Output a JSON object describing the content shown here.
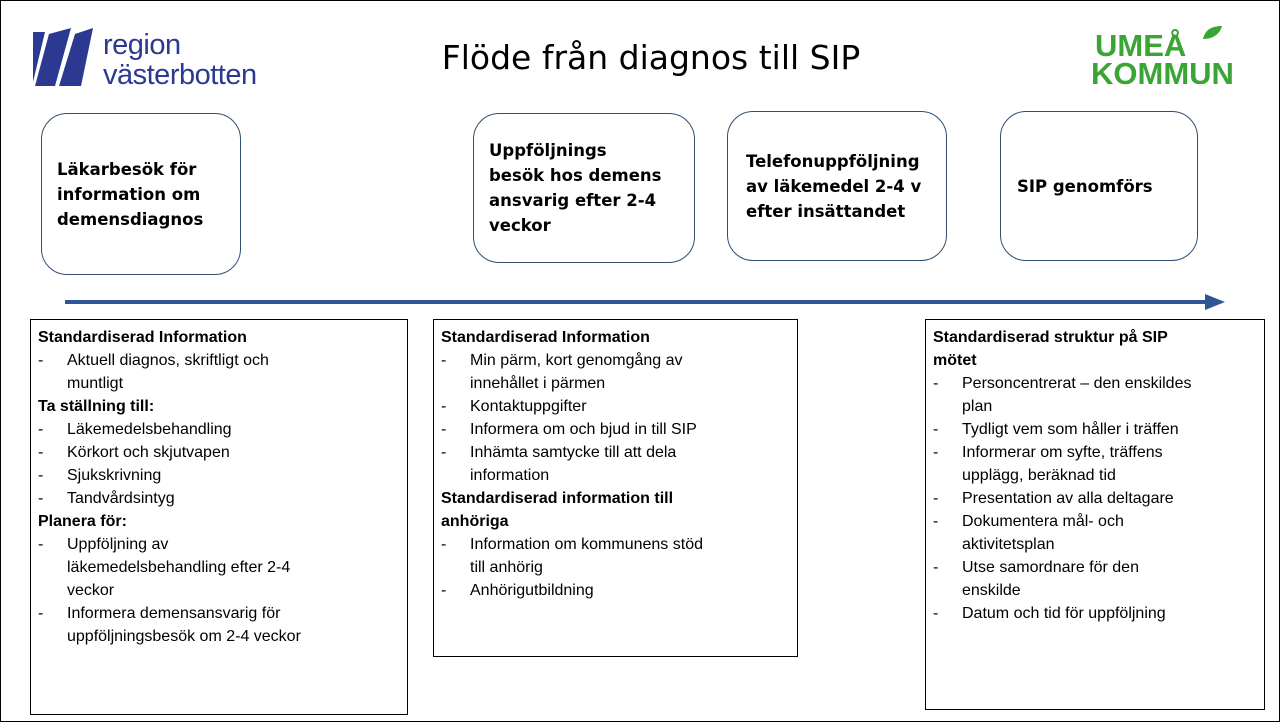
{
  "header": {
    "title": "Flöde från diagnos till SIP",
    "logo_left": {
      "line1": "region",
      "line2": "västerbotten",
      "color": "#2b3990"
    },
    "logo_right": {
      "line1": "UMEÅ",
      "line2": "KOMMUN",
      "color": "#3aa535"
    }
  },
  "steps": [
    {
      "lines": [
        "Läkarbesök för",
        "information om",
        "demensdiagnos"
      ]
    },
    {
      "lines": [
        "Uppföljnings",
        "besök hos demens",
        "ansvarig efter 2-4",
        "veckor"
      ]
    },
    {
      "lines": [
        "Telefonuppföljning",
        "av läkemedel 2-4 v",
        "efter insättandet"
      ]
    },
    {
      "lines": [
        "SIP genomförs"
      ]
    }
  ],
  "timeline": {
    "color": "#2f5597"
  },
  "boxes": [
    {
      "sections": [
        {
          "heading": "Standardiserad Information",
          "items": [
            [
              "Aktuell diagnos, skriftligt och",
              "muntligt"
            ]
          ]
        },
        {
          "heading": "Ta ställning till:",
          "items": [
            [
              "Läkemedelsbehandling"
            ],
            [
              "Körkort och skjutvapen"
            ],
            [
              "Sjukskrivning"
            ],
            [
              "Tandvårdsintyg"
            ]
          ]
        },
        {
          "heading": "Planera för:",
          "items": [
            [
              "Uppföljning av",
              "läkemedelsbehandling efter 2-4",
              "veckor"
            ],
            [
              "Informera demensansvarig för",
              "uppföljningsbesök om 2-4 veckor"
            ]
          ]
        }
      ]
    },
    {
      "sections": [
        {
          "heading": "Standardiserad Information",
          "items": [
            [
              "Min pärm, kort genomgång av",
              "innehållet i pärmen"
            ],
            [
              "Kontaktuppgifter"
            ],
            [
              "Informera om och bjud in till SIP"
            ],
            [
              "Inhämta samtycke till att dela",
              "information"
            ]
          ]
        },
        {
          "heading": "Standardiserad information till anhöriga",
          "heading_lines": [
            "Standardiserad information till",
            "anhöriga"
          ],
          "items": [
            [
              "Information om kommunens stöd",
              "till anhörig"
            ],
            [
              "Anhörigutbildning"
            ]
          ]
        }
      ]
    },
    {
      "sections": [
        {
          "heading": "Standardiserad struktur på SIP mötet",
          "heading_lines": [
            "Standardiserad struktur på SIP",
            "mötet"
          ],
          "items": [
            [
              "Personcentrerat – den enskildes",
              "plan"
            ],
            [
              "Tydligt vem som håller i träffen"
            ],
            [
              "Informerar om syfte, träffens",
              "upplägg, beräknad tid"
            ],
            [
              "Presentation av alla deltagare"
            ],
            [
              "Dokumentera mål- och",
              "aktivitetsplan"
            ],
            [
              "Utse samordnare för den",
              "enskilde"
            ],
            [
              "Datum och tid för uppföljning"
            ]
          ]
        }
      ]
    }
  ]
}
